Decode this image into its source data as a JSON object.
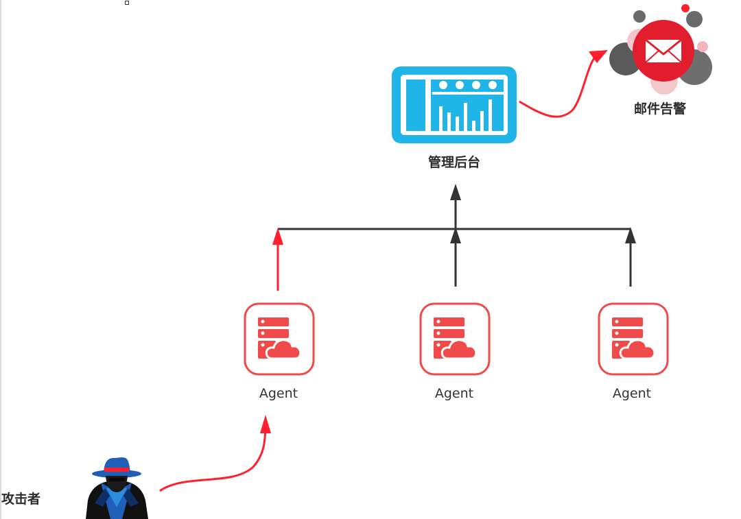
{
  "diagram": {
    "dashboard": {
      "label": "管理后台",
      "icon": "dashboard-icon"
    },
    "mail_alert": {
      "label": "邮件告警",
      "icon": "mail-alert-icon"
    },
    "agents": [
      {
        "label": "Agent",
        "icon": "server-cloud-icon"
      },
      {
        "label": "Agent",
        "icon": "server-cloud-icon"
      },
      {
        "label": "Agent",
        "icon": "server-cloud-icon"
      }
    ],
    "attacker": {
      "label": "攻击者",
      "icon": "hacker-icon"
    }
  },
  "colors": {
    "accent_red": "#ff1f2d",
    "flow_dark": "#333333",
    "agent_red": "#f04a4a",
    "dashboard_blue": "#1fb5e8",
    "attacker_blue": "#1f5fb8"
  }
}
